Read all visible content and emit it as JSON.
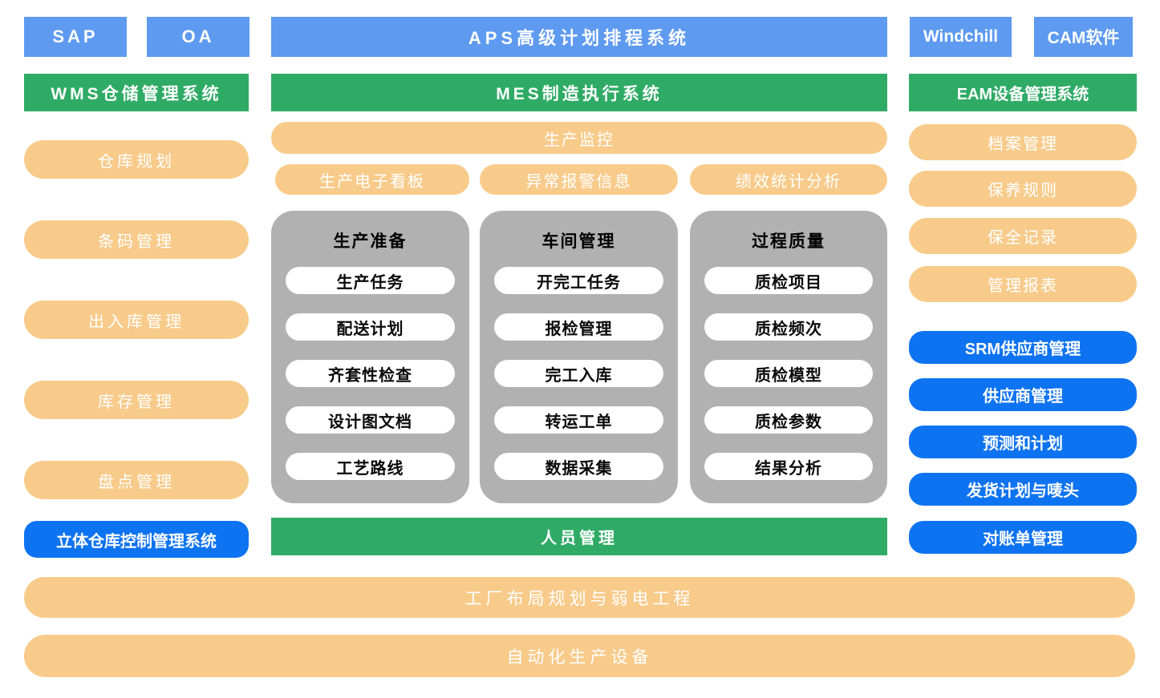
{
  "colors": {
    "light_blue": "#5E9AF0",
    "green": "#2FAB66",
    "orange": "#F8CB8B",
    "bright_blue": "#0E73F1",
    "gray_panel": "#B1B1B1"
  },
  "top_row": {
    "sap": "SAP",
    "oa": "OA",
    "aps": "APS高级计划排程系统",
    "windchill": "Windchill",
    "cam": "CAM软件"
  },
  "systems_row": {
    "wms": "WMS仓储管理系统",
    "mes": "MES制造执行系统",
    "eam": "EAM设备管理系统"
  },
  "wms_items": [
    "仓库规划",
    "条码管理",
    "出入库管理",
    "库存管理",
    "盘点管理"
  ],
  "wcs_label": "立体仓库控制管理系统",
  "production_monitor": {
    "bar": "生产监控",
    "items": [
      "生产电子看板",
      "异常报警信息",
      "绩效统计分析"
    ]
  },
  "panels": [
    {
      "title": "生产准备",
      "items": [
        "生产任务",
        "配送计划",
        "齐套性检查",
        "设计图文档",
        "工艺路线"
      ]
    },
    {
      "title": "车间管理",
      "items": [
        "开完工任务",
        "报检管理",
        "完工入库",
        "转运工单",
        "数据采集"
      ]
    },
    {
      "title": "过程质量",
      "items": [
        "质检项目",
        "质检频次",
        "质检模型",
        "质检参数",
        "结果分析"
      ]
    }
  ],
  "personnel_label": "人员管理",
  "eam_items": [
    "档案管理",
    "保养规则",
    "保全记录",
    "管理报表"
  ],
  "srm_items": [
    "SRM供应商管理",
    "供应商管理",
    "预测和计划",
    "发货计划与唛头",
    "对账单管理"
  ],
  "bottom_bars": [
    "工厂布局规划与弱电工程",
    "自动化生产设备"
  ]
}
